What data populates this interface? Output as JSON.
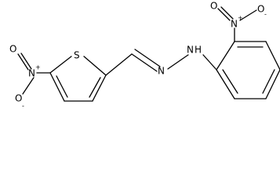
{
  "molecule": {
    "atoms": {
      "ring_s": "S",
      "nitro1_n": "N",
      "nitro1_n_charge": "+",
      "nitro1_o_top": "O",
      "nitro1_o_bottom": "O",
      "nitro1_o_bottom_charge": "-",
      "azomethine_n": "N",
      "amine_n": "N",
      "amine_h": "H",
      "nitro2_n": "N",
      "nitro2_n_charge": "+",
      "nitro2_o_right": "O",
      "nitro2_o_right_charge": "-",
      "nitro2_o_bottom": "O"
    }
  }
}
